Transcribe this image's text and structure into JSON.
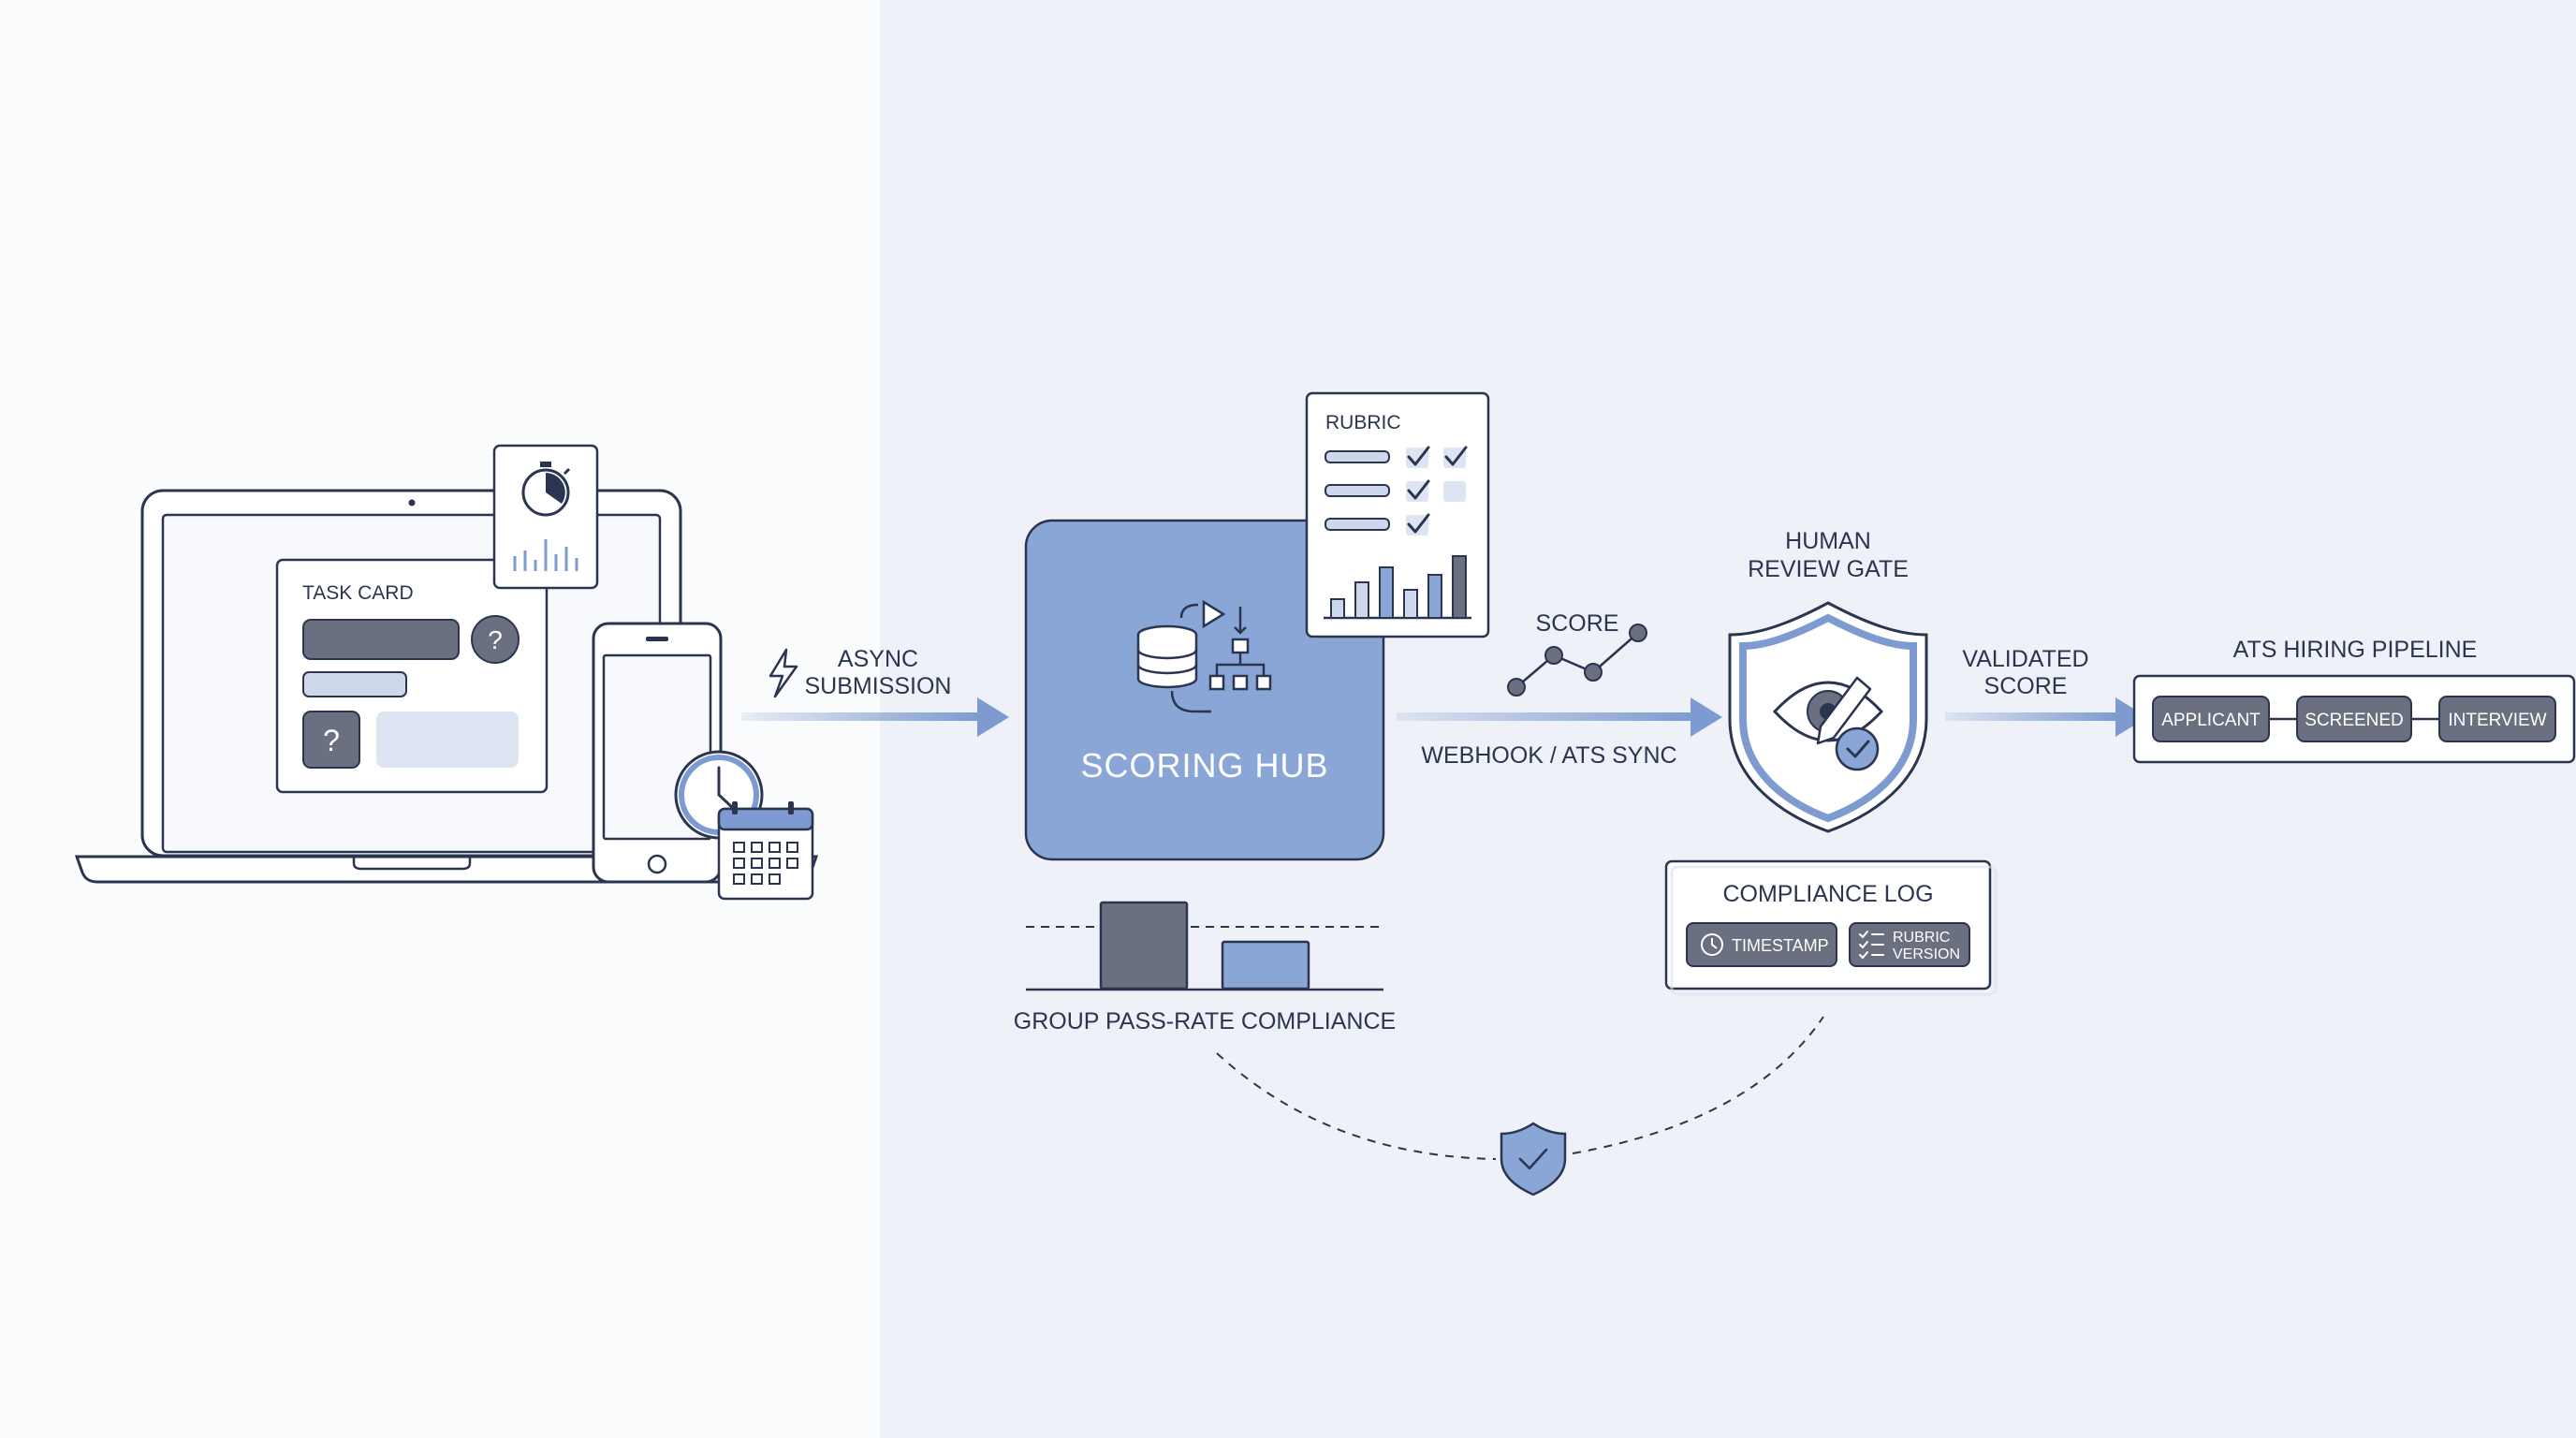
{
  "colors": {
    "ink": "#2b3550",
    "accent": "#7d9bd0",
    "accent_light": "#cdd8ec",
    "dark_fill": "#6b7080",
    "panel_bg": "#eef1f7"
  },
  "devices": {
    "task_card_title": "TASK CARD",
    "question_mark_1": "?",
    "question_mark_2": "?",
    "icons": [
      "laptop-icon",
      "smartphone-icon",
      "stopwatch-icon",
      "clock-icon",
      "calendar-icon"
    ]
  },
  "flow": {
    "async_label_line1": "ASYNC",
    "async_label_line2": "SUBMISSION",
    "score_label": "SCORE",
    "webhook_label": "WEBHOOK / ATS SYNC",
    "validated_line1": "VALIDATED",
    "validated_line2": "SCORE"
  },
  "scoring_hub": {
    "title": "SCORING HUB",
    "rubric_title": "RUBRIC"
  },
  "compliance_chart": {
    "label": "GROUP PASS-RATE COMPLIANCE"
  },
  "review_gate": {
    "title_line1": "HUMAN",
    "title_line2": "REVIEW GATE"
  },
  "compliance_log": {
    "title": "COMPLIANCE LOG",
    "timestamp_label": "TIMESTAMP",
    "rubric_version_line1": "RUBRIC",
    "rubric_version_line2": "VERSION"
  },
  "ats_pipeline": {
    "title": "ATS HIRING PIPELINE",
    "stages": [
      "APPLICANT",
      "SCREENED",
      "INTERVIEW"
    ]
  }
}
